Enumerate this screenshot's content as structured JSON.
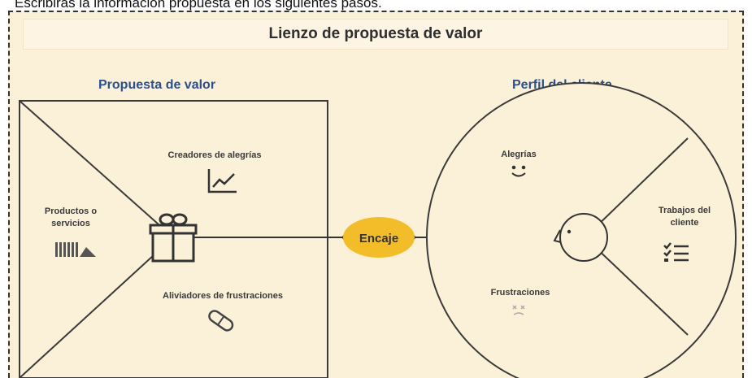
{
  "header": {
    "top_text": "Escribirás la información propuesta en los siguientes pasos."
  },
  "canvas": {
    "title": "Lienzo de propuesta de valor"
  },
  "value_proposition": {
    "title": "Propuesta de valor",
    "gain_creators": "Creadores de alegrías",
    "products_line1": "Productos o",
    "products_line2": "servicios",
    "pain_relievers": "Aliviadores de frustraciones"
  },
  "fit": {
    "label": "Encaje"
  },
  "customer_profile": {
    "title": "Perfil del cliente",
    "gains": "Alegrías",
    "jobs_line1": "Trabajos del",
    "jobs_line2": "cliente",
    "pains": "Frustraciones"
  },
  "icons": {
    "gain_creators": "chart-growth-icon",
    "products": "products-stack-icon",
    "gift": "gift-icon",
    "pain_relievers": "pill-icon",
    "gains": "smile-icon",
    "jobs": "checklist-icon",
    "pains": "frown-icon",
    "customer": "customer-face-icon"
  },
  "colors": {
    "background": "#fbf1d9",
    "title_blue": "#2d4f8c",
    "encaje_fill": "#f3bd2a",
    "line": "#333333"
  }
}
